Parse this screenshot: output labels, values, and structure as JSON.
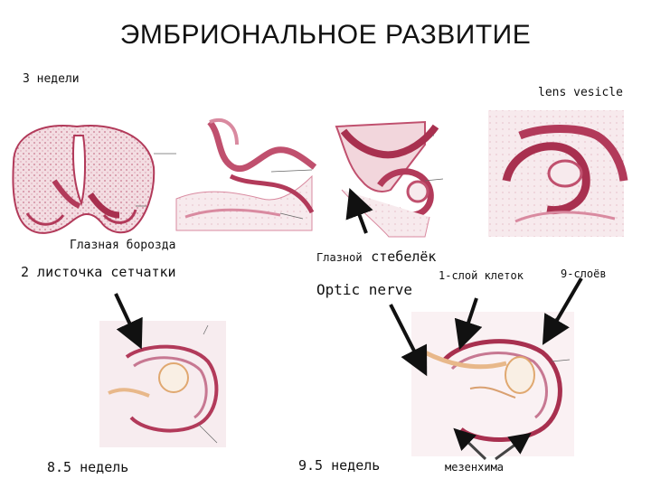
{
  "slide": {
    "title": "ЭМБРИОНАЛЬНОЕ  РАЗВИТИЕ",
    "labels": {
      "week3": "3  недели",
      "lens_vesicle": "lens vesicle",
      "groove": "Глазная борозда",
      "stalk_prefix": "Глазной",
      "stalk_suffix": "стебелёк",
      "two_layers": "2 листочка сетчатки",
      "optic_nerve": "Optic nerve",
      "one_layer": "1-слой клеток",
      "nine_layers": "9-слоёв",
      "week8": "8.5 недель",
      "week9": "9.5 недель",
      "mesenchyme": "мезенхима"
    }
  },
  "colors": {
    "tissue_dark": "#b23a5a",
    "tissue_mid": "#d98aa0",
    "tissue_light": "#f2d6dc",
    "orange_tissue": "#e8b88a",
    "arrow": "#111111"
  }
}
